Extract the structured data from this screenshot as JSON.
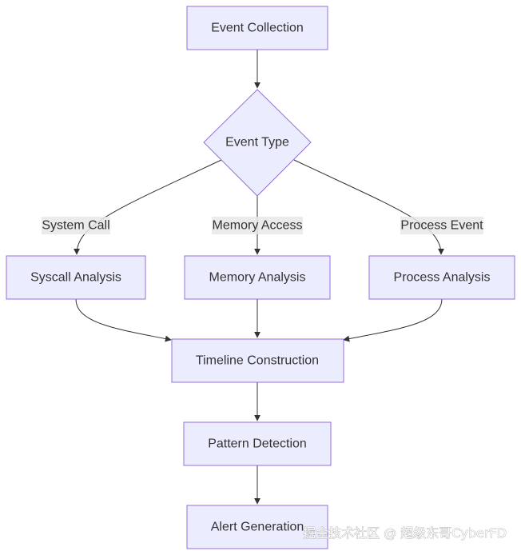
{
  "nodes": {
    "event_collection": "Event Collection",
    "event_type": "Event Type",
    "syscall_analysis": "Syscall Analysis",
    "memory_analysis": "Memory Analysis",
    "process_analysis": "Process Analysis",
    "timeline_construction": "Timeline Construction",
    "pattern_detection": "Pattern Detection",
    "alert_generation": "Alert Generation"
  },
  "edges": {
    "system_call": "System Call",
    "memory_access": "Memory Access",
    "process_event": "Process Event"
  },
  "watermark": "掘金技术社区 @ 超级东哥CyberFD",
  "colors": {
    "node_fill": "#ececff",
    "node_stroke": "#9370db",
    "edge": "#333333",
    "label_bg": "#e8e8e8"
  }
}
